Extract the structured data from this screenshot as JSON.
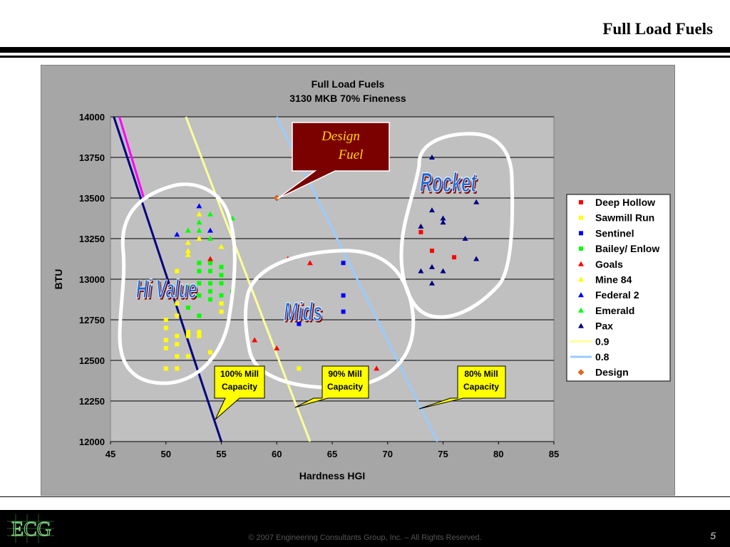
{
  "slide": {
    "title": "Full Load Fuels",
    "copyright": "© 2007 Engineering Consultants Group, Inc. – All Rights Reserved.",
    "page_number": "5",
    "logo_text": "ECG"
  },
  "colors": {
    "plot_bg": "#c0c0c0",
    "panel_bg": "#a6a6a6",
    "callout_dark_red": "#7b0000",
    "callout_yellow": "#ffff00",
    "design_text": "#ffd700"
  },
  "annotations": {
    "design_fuel": [
      "Design",
      "Fuel"
    ],
    "hi_value": "Hi Value",
    "mids": "Mids",
    "rocket": "Rocket",
    "mill_100": [
      "100% Mill",
      "Capacity"
    ],
    "mill_90": [
      "90% Mill",
      "Capacity"
    ],
    "mill_80": [
      "80% Mill",
      "Capacity"
    ]
  },
  "chart_data": {
    "type": "scatter",
    "title": "Full Load Fuels",
    "subtitle": "3130 MKB 70% Fineness",
    "xlabel": "Hardness HGI",
    "ylabel": "BTU",
    "xlim": [
      45,
      85
    ],
    "ylim": [
      12000,
      14000
    ],
    "x_ticks": [
      45,
      50,
      55,
      60,
      65,
      70,
      75,
      80,
      85
    ],
    "y_ticks": [
      12000,
      12250,
      12500,
      12750,
      13000,
      13250,
      13500,
      13750,
      14000
    ],
    "grid": "horizontal",
    "legend_position": "right",
    "series": [
      {
        "name": "Deep Hollow",
        "marker": "square",
        "color": "#ff0000",
        "points": [
          [
            73,
            13290
          ],
          [
            74,
            13175
          ],
          [
            76,
            13135
          ]
        ]
      },
      {
        "name": "Sawmill Run",
        "marker": "square",
        "color": "#ffff00",
        "points": [
          [
            50,
            12450
          ],
          [
            50,
            12575
          ],
          [
            50,
            12625
          ],
          [
            50,
            12700
          ],
          [
            50,
            12750
          ],
          [
            51,
            12450
          ],
          [
            51,
            12525
          ],
          [
            51,
            12600
          ],
          [
            51,
            12650
          ],
          [
            51,
            12775
          ],
          [
            51,
            12850
          ],
          [
            51,
            13050
          ],
          [
            52,
            12525
          ],
          [
            52,
            12650
          ],
          [
            52,
            12675
          ],
          [
            52,
            12825
          ],
          [
            53,
            12650
          ],
          [
            53,
            12675
          ],
          [
            54,
            12550
          ],
          [
            55,
            12800
          ],
          [
            55,
            12850
          ],
          [
            62,
            12450
          ]
        ]
      },
      {
        "name": "Sentinel",
        "marker": "square",
        "color": "#0000ff",
        "points": [
          [
            62,
            12725
          ],
          [
            66,
            13100
          ],
          [
            66,
            12900
          ],
          [
            66,
            12800
          ]
        ]
      },
      {
        "name": "Bailey/ Enlow",
        "marker": "square",
        "color": "#00ff00",
        "points": [
          [
            52,
            12825
          ],
          [
            52,
            12950
          ],
          [
            53,
            12775
          ],
          [
            53,
            12900
          ],
          [
            53,
            12975
          ],
          [
            53,
            13050
          ],
          [
            53,
            13100
          ],
          [
            54,
            12875
          ],
          [
            54,
            12925
          ],
          [
            54,
            12975
          ],
          [
            54,
            13050
          ],
          [
            54,
            13100
          ],
          [
            55,
            12900
          ],
          [
            55,
            12975
          ],
          [
            55,
            13025
          ],
          [
            55,
            13075
          ],
          [
            56,
            12925
          ]
        ]
      },
      {
        "name": "Goals",
        "marker": "triangle",
        "color": "#ff0000",
        "points": [
          [
            58,
            12625
          ],
          [
            60,
            12575
          ],
          [
            63,
            13100
          ],
          [
            69,
            12450
          ],
          [
            61,
            13125
          ],
          [
            54,
            13125
          ]
        ]
      },
      {
        "name": "Mine 84",
        "marker": "triangle",
        "color": "#ffff00",
        "points": [
          [
            52,
            13175
          ],
          [
            52,
            13225
          ],
          [
            52,
            13150
          ],
          [
            53,
            13400
          ],
          [
            53,
            13250
          ],
          [
            55,
            13200
          ]
        ]
      },
      {
        "name": "Federal 2",
        "marker": "triangle",
        "color": "#0000ff",
        "points": [
          [
            51,
            13275
          ],
          [
            53,
            13450
          ],
          [
            54,
            13300
          ]
        ]
      },
      {
        "name": "Emerald",
        "marker": "triangle",
        "color": "#00ff00",
        "points": [
          [
            52,
            13300
          ],
          [
            53,
            13350
          ],
          [
            53,
            13300
          ],
          [
            54,
            13400
          ],
          [
            54,
            13250
          ],
          [
            56,
            13375
          ]
        ]
      },
      {
        "name": "Pax",
        "marker": "triangle",
        "color": "#000080",
        "points": [
          [
            73,
            13325
          ],
          [
            73,
            13050
          ],
          [
            74,
            13750
          ],
          [
            74,
            13425
          ],
          [
            74,
            13075
          ],
          [
            74,
            12975
          ],
          [
            75,
            13375
          ],
          [
            75,
            13350
          ],
          [
            75,
            13050
          ],
          [
            77,
            13250
          ],
          [
            78,
            13475
          ],
          [
            78,
            13125
          ]
        ]
      },
      {
        "name": "0.9",
        "marker": "line",
        "color": "#ffff99",
        "points": [
          [
            51.8,
            14000
          ],
          [
            63,
            12000
          ]
        ]
      },
      {
        "name": "0.8",
        "marker": "line",
        "color": "#99ccff",
        "points": [
          [
            60,
            14000
          ],
          [
            74.5,
            12000
          ]
        ]
      },
      {
        "name": "Design",
        "marker": "diamond",
        "color": "#ff6600",
        "points": [
          [
            60,
            13500
          ]
        ]
      }
    ],
    "unlisted_lines": [
      {
        "color": "#000080",
        "points": [
          [
            45.3,
            14000
          ],
          [
            55,
            12000
          ]
        ]
      },
      {
        "color": "#ff00ff",
        "points": [
          [
            45.8,
            14000
          ],
          [
            48,
            13500
          ]
        ]
      }
    ]
  }
}
